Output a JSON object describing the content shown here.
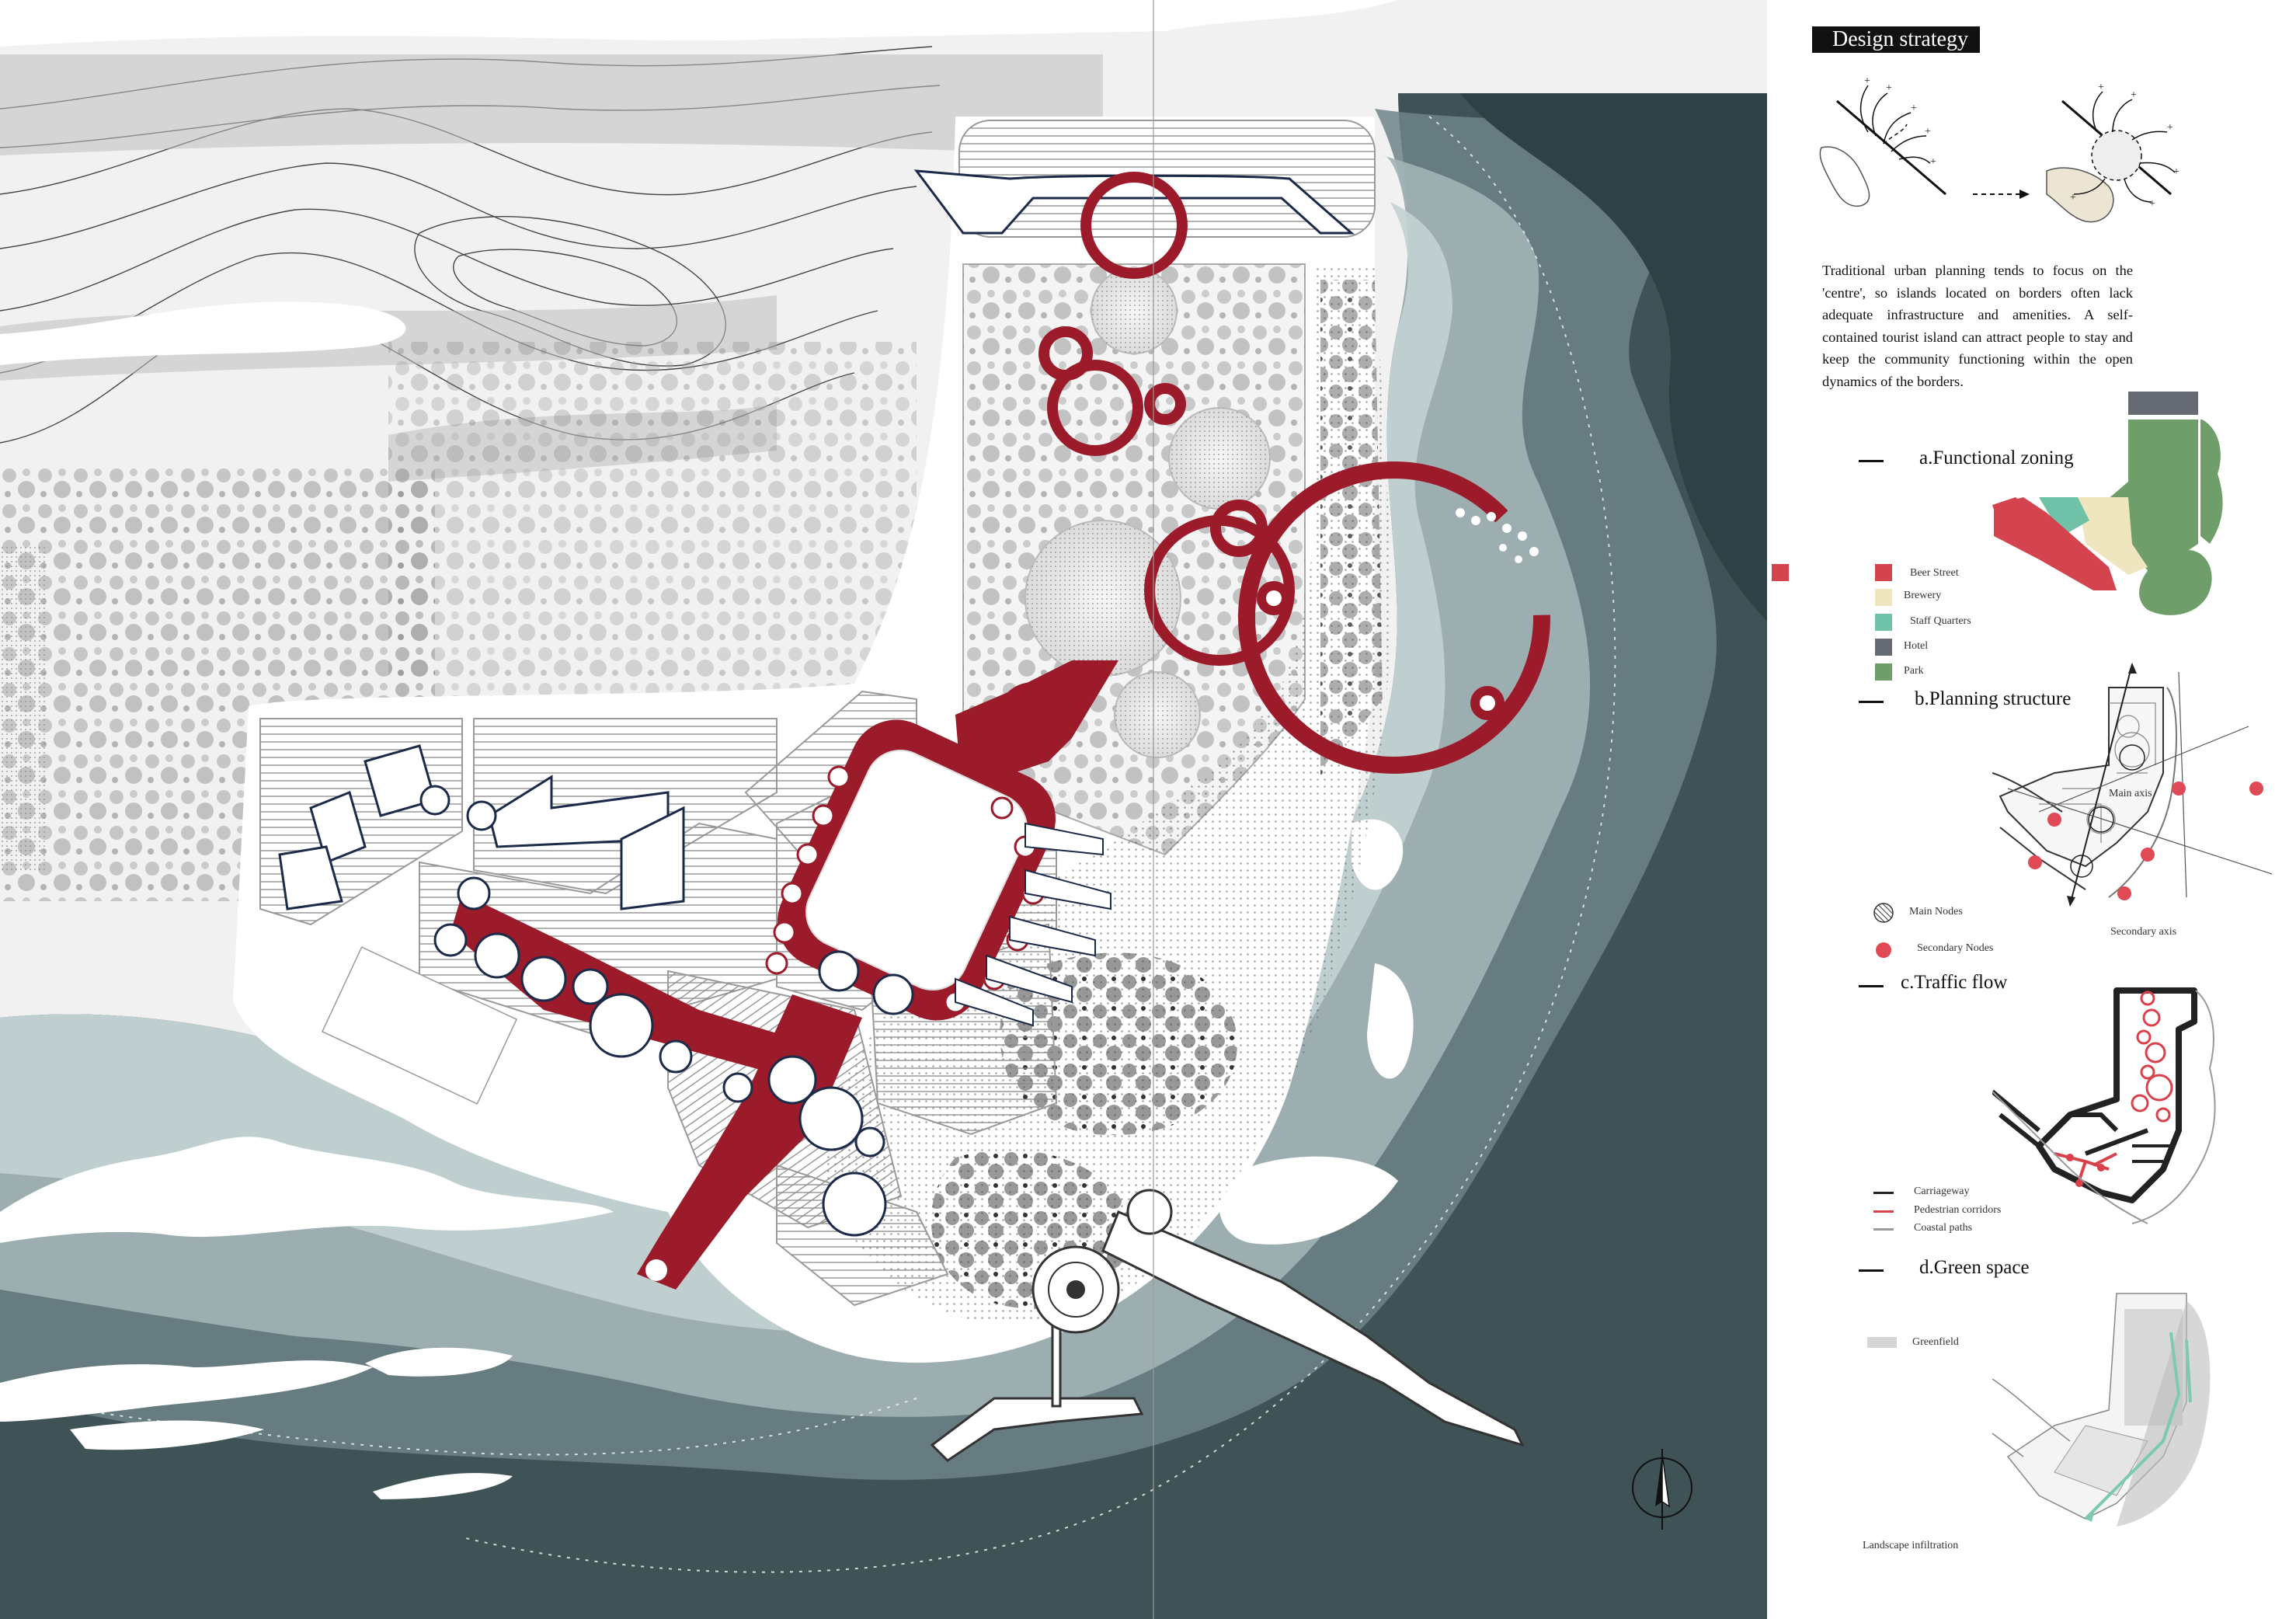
{
  "strategy": {
    "title": "Design strategy",
    "paragraph": "Traditional urban planning tends to focus on the 'centre', so islands located on borders often lack adequate infrastructure and amenities. A self-contained tourist island can attract people to stay and keep the community functioning within the open dynamics of the borders."
  },
  "zoning": {
    "title": "a.Functional zoning",
    "legend": [
      {
        "label": "Beer Street",
        "color": "#d4444e"
      },
      {
        "label": "Brewery",
        "color": "#efe6bf"
      },
      {
        "label": "Staff Quarters",
        "color": "#6fc2a7"
      },
      {
        "label": "Hotel",
        "color": "#656a72"
      },
      {
        "label": "Park",
        "color": "#6f9e6a"
      }
    ]
  },
  "structure": {
    "title": "b.Planning structure",
    "main_axis": "Main axis",
    "secondary_axis": "Secondary axis",
    "legend": [
      {
        "label": "Main Nodes"
      },
      {
        "label": "Secondary Nodes",
        "color": "#e04a55"
      }
    ]
  },
  "traffic": {
    "title": "c.Traffic flow",
    "legend": [
      {
        "label": "Carriageway",
        "color": "#222222"
      },
      {
        "label": "Pedestrian corridors",
        "color": "#d9414c"
      },
      {
        "label": "Coastal paths",
        "color": "#9a9a9a"
      }
    ]
  },
  "green": {
    "title": "d.Green space",
    "legend_label": "Greenfield",
    "caption": "Landscape infiltration"
  },
  "colors": {
    "accent_red": "#9b1b2a",
    "sea_dark": "#3f5356",
    "sea_mid": "#7d9396",
    "sea_light": "#b7c7c7",
    "green": "#7ec9b4"
  },
  "icons": [
    "north-arrow-icon",
    "main-node-hatch-icon",
    "secondary-node-dot-icon"
  ]
}
